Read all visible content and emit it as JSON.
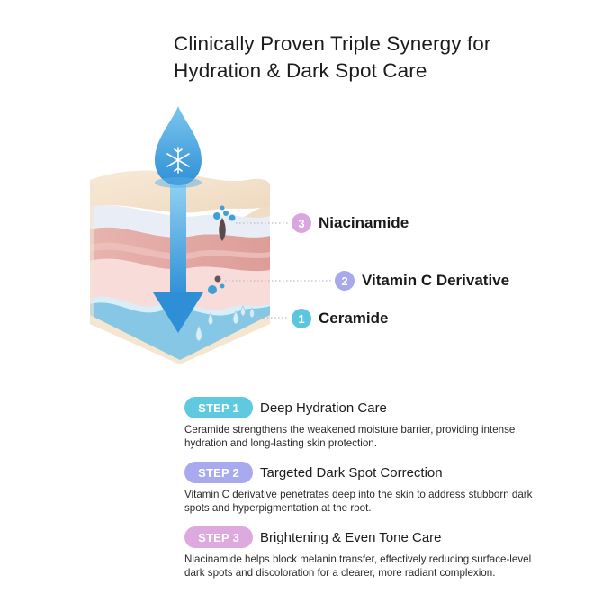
{
  "title": {
    "line1": "Clinically Proven Triple Synergy for",
    "line2": "Hydration & Dark Spot Care"
  },
  "illustration": {
    "description": "Cross-section of skin layers with a blue water-drop (snowflake) arrow penetrating downward",
    "icons": [
      "water-drop-snowflake-icon",
      "down-arrow-icon",
      "skin-layers"
    ],
    "colors": {
      "arrow": "#3a9fdc",
      "drop": "#4aa6de",
      "top_layer": "#f3e2cc",
      "mid_layer": "#e3aaa6",
      "lower_layer": "#f6d8d6",
      "base_layer": "#8ccbe9"
    }
  },
  "callouts": [
    {
      "number": "3",
      "label": "Niacinamide",
      "color": "#d9a6df"
    },
    {
      "number": "2",
      "label": "Vitamin C Derivative",
      "color": "#a8a8ec"
    },
    {
      "number": "1",
      "label": "Ceramide",
      "color": "#5cc6de"
    }
  ],
  "steps": [
    {
      "badge": "STEP 1",
      "badge_color": "#5ec9df",
      "heading": "Deep Hydration Care",
      "description": "Ceramide strengthens the weakened moisture barrier, providing intense hydration and long-lasting skin protection."
    },
    {
      "badge": "STEP 2",
      "badge_color": "#a9a9ee",
      "heading": "Targeted Dark Spot Correction",
      "description": "Vitamin C derivative penetrates deep into the skin to address stubborn dark spots and hyperpigmentation at the root."
    },
    {
      "badge": "STEP 3",
      "badge_color": "#dea9df",
      "heading": "Brightening & Even Tone Care",
      "description": "Niacinamide helps block melanin transfer, effectively reducing surface-level dark spots and discoloration for a clearer, more radiant complexion."
    }
  ]
}
